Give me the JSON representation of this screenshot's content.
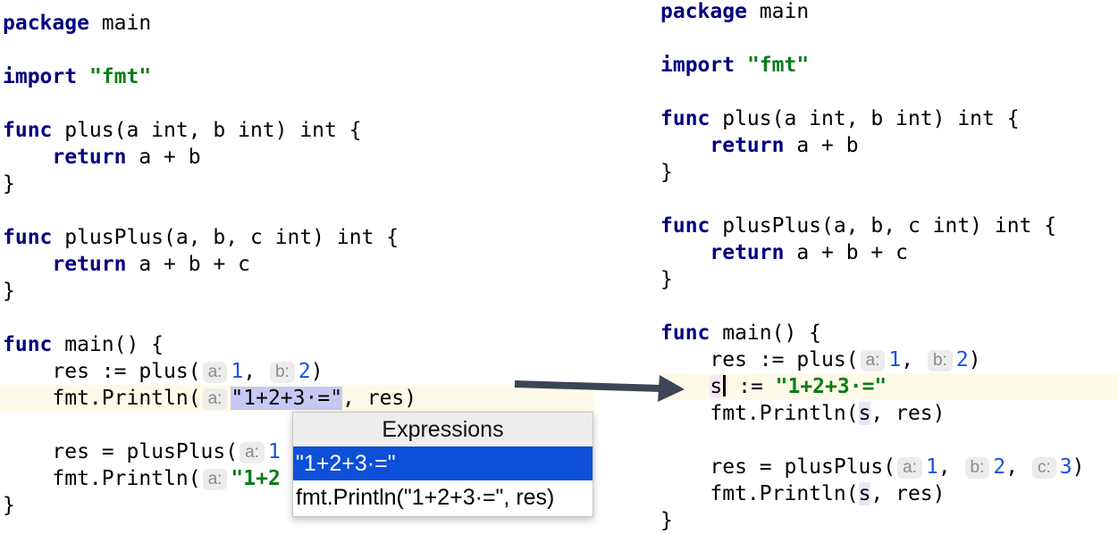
{
  "colors": {
    "keyword": "#000080",
    "string": "#067d17",
    "number": "#1750eb",
    "selection": "#0d4fd8",
    "arrow": "#3a4556"
  },
  "before": {
    "lines": [
      [
        [
          "kw",
          "package"
        ],
        [
          "p",
          " main"
        ]
      ],
      [],
      [
        [
          "kw",
          "import"
        ],
        [
          "p",
          " "
        ],
        [
          "str",
          "\"fmt\""
        ]
      ],
      [],
      [
        [
          "kw",
          "func"
        ],
        [
          "p",
          " plus(a int, b int) int {"
        ]
      ],
      [
        [
          "p",
          "    "
        ],
        [
          "kw",
          "return"
        ],
        [
          "p",
          " a + b"
        ]
      ],
      [
        [
          "p",
          "}"
        ]
      ],
      [],
      [
        [
          "kw",
          "func"
        ],
        [
          "p",
          " plusPlus(a, b, c int) int {"
        ]
      ],
      [
        [
          "p",
          "    "
        ],
        [
          "kw",
          "return"
        ],
        [
          "p",
          " a + b + c"
        ]
      ],
      [
        [
          "p",
          "}"
        ]
      ],
      [],
      [
        [
          "kw",
          "func"
        ],
        [
          "p",
          " main() {"
        ]
      ],
      [
        [
          "p",
          "    res := plus("
        ],
        [
          "hint",
          "a:"
        ],
        [
          "num",
          "1"
        ],
        [
          "p",
          ", "
        ],
        [
          "hint",
          "b:"
        ],
        [
          "num",
          "2"
        ],
        [
          "p",
          ")"
        ]
      ],
      [
        [
          "p",
          "    fmt.Println("
        ],
        [
          "hint",
          "a:"
        ],
        [
          "sel",
          "\"1+2+3·=\""
        ],
        [
          "p",
          ", res)"
        ]
      ],
      [],
      [
        [
          "p",
          "    res = plusPlus("
        ],
        [
          "hint",
          "a:"
        ],
        [
          "num",
          "1"
        ]
      ],
      [
        [
          "p",
          "    fmt.Println("
        ],
        [
          "hint",
          "a:"
        ],
        [
          "str",
          "\"1+2"
        ]
      ],
      [
        [
          "p",
          "}"
        ]
      ]
    ]
  },
  "popup": {
    "title": "Expressions",
    "items": [
      "\"1+2+3·=\"",
      "fmt.Println(\"1+2+3·=\", res)"
    ]
  },
  "after": {
    "lines": [
      [
        [
          "kw",
          "package"
        ],
        [
          "p",
          " main"
        ]
      ],
      [],
      [
        [
          "kw",
          "import"
        ],
        [
          "p",
          " "
        ],
        [
          "str",
          "\"fmt\""
        ]
      ],
      [],
      [
        [
          "kw",
          "func"
        ],
        [
          "p",
          " plus(a int, b int) int {"
        ]
      ],
      [
        [
          "p",
          "    "
        ],
        [
          "kw",
          "return"
        ],
        [
          "p",
          " a + b"
        ]
      ],
      [
        [
          "p",
          "}"
        ]
      ],
      [],
      [
        [
          "kw",
          "func"
        ],
        [
          "p",
          " plusPlus(a, b, c int) int {"
        ]
      ],
      [
        [
          "p",
          "    "
        ],
        [
          "kw",
          "return"
        ],
        [
          "p",
          " a + b + c"
        ]
      ],
      [
        [
          "p",
          "}"
        ]
      ],
      [],
      [
        [
          "kw",
          "func"
        ],
        [
          "p",
          " main() {"
        ]
      ],
      [
        [
          "p",
          "    res := plus("
        ],
        [
          "hint",
          "a:"
        ],
        [
          "num",
          "1"
        ],
        [
          "p",
          ", "
        ],
        [
          "hint",
          "b:"
        ],
        [
          "num",
          "2"
        ],
        [
          "p",
          ")"
        ]
      ],
      [
        [
          "p",
          "    "
        ],
        [
          "write",
          "s"
        ],
        [
          "caret",
          ""
        ],
        [
          "p",
          " := "
        ],
        [
          "str",
          "\"1+2+3·=\""
        ]
      ],
      [
        [
          "p",
          "    fmt.Println("
        ],
        [
          "ref",
          "s"
        ],
        [
          "p",
          ", res)"
        ]
      ],
      [],
      [
        [
          "p",
          "    res = plusPlus("
        ],
        [
          "hint",
          "a:"
        ],
        [
          "num",
          "1"
        ],
        [
          "p",
          ", "
        ],
        [
          "hint",
          "b:"
        ],
        [
          "num",
          "2"
        ],
        [
          "p",
          ", "
        ],
        [
          "hint",
          "c:"
        ],
        [
          "num",
          "3"
        ],
        [
          "p",
          ")"
        ]
      ],
      [
        [
          "p",
          "    fmt.Println("
        ],
        [
          "ref",
          "s"
        ],
        [
          "p",
          ", res)"
        ]
      ],
      [
        [
          "p",
          "}"
        ]
      ]
    ]
  }
}
